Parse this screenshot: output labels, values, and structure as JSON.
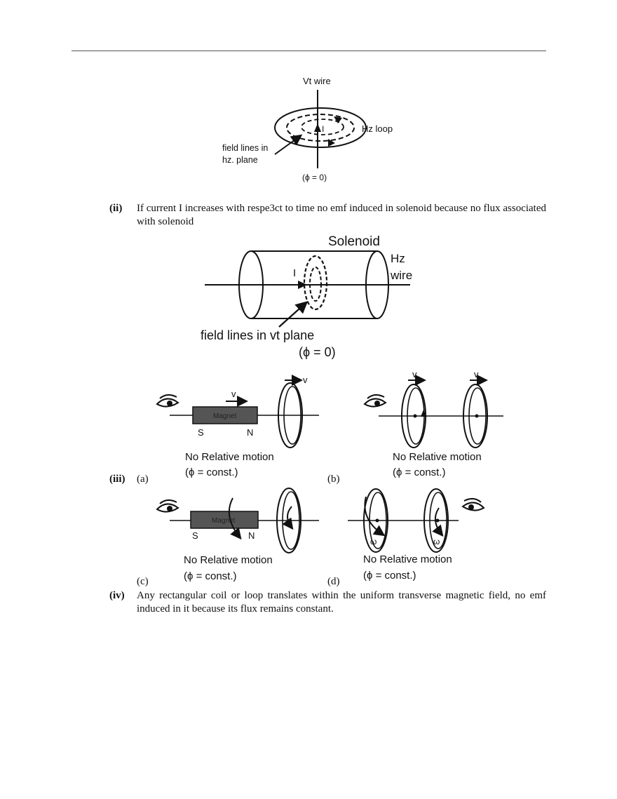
{
  "fig1": {
    "wire_label": "Vt wire",
    "loop_label": "Hz loop",
    "current_label": "I",
    "field_label_1": "field lines in",
    "field_label_2": "hz. plane",
    "flux_label": "(ϕ = 0)"
  },
  "item_ii": {
    "number": "(ii)",
    "text": "If current I increases with respe3ct to time no emf induced in solenoid because no flux associated with solenoid"
  },
  "fig2": {
    "solenoid_label": "Solenoid",
    "wire_label_1": "Hz",
    "wire_label_2": "wire",
    "current_label": "I",
    "field_label": "field lines in vt plane",
    "flux_label": "(ϕ = 0)"
  },
  "item_iii": {
    "number": "(iii)",
    "sub_a": "(a)",
    "sub_b": "(b)",
    "sub_c": "(c)",
    "sub_d": "(d)"
  },
  "panel_a": {
    "velocity": "v",
    "magnet": "Magnet",
    "south": "S",
    "north": "N",
    "caption": "No Relative motion",
    "flux": "(ϕ = const.)"
  },
  "panel_b": {
    "velocity_1": "v",
    "velocity_2": "v",
    "caption": "No Relative motion",
    "flux": "(ϕ = const.)"
  },
  "panel_c": {
    "magnet": "Magnet",
    "south": "S",
    "north": "N",
    "caption": "No Relative motion",
    "flux": "(ϕ = const.)"
  },
  "panel_d": {
    "omega_1": "ω",
    "omega_2": "ω",
    "caption": "No Relative motion",
    "flux": "(ϕ = const.)"
  },
  "item_iv": {
    "number": "(iv)",
    "text": "Any rectangular coil or loop translates within the uniform transverse magnetic field, no emf induced in it because its flux remains constant."
  }
}
